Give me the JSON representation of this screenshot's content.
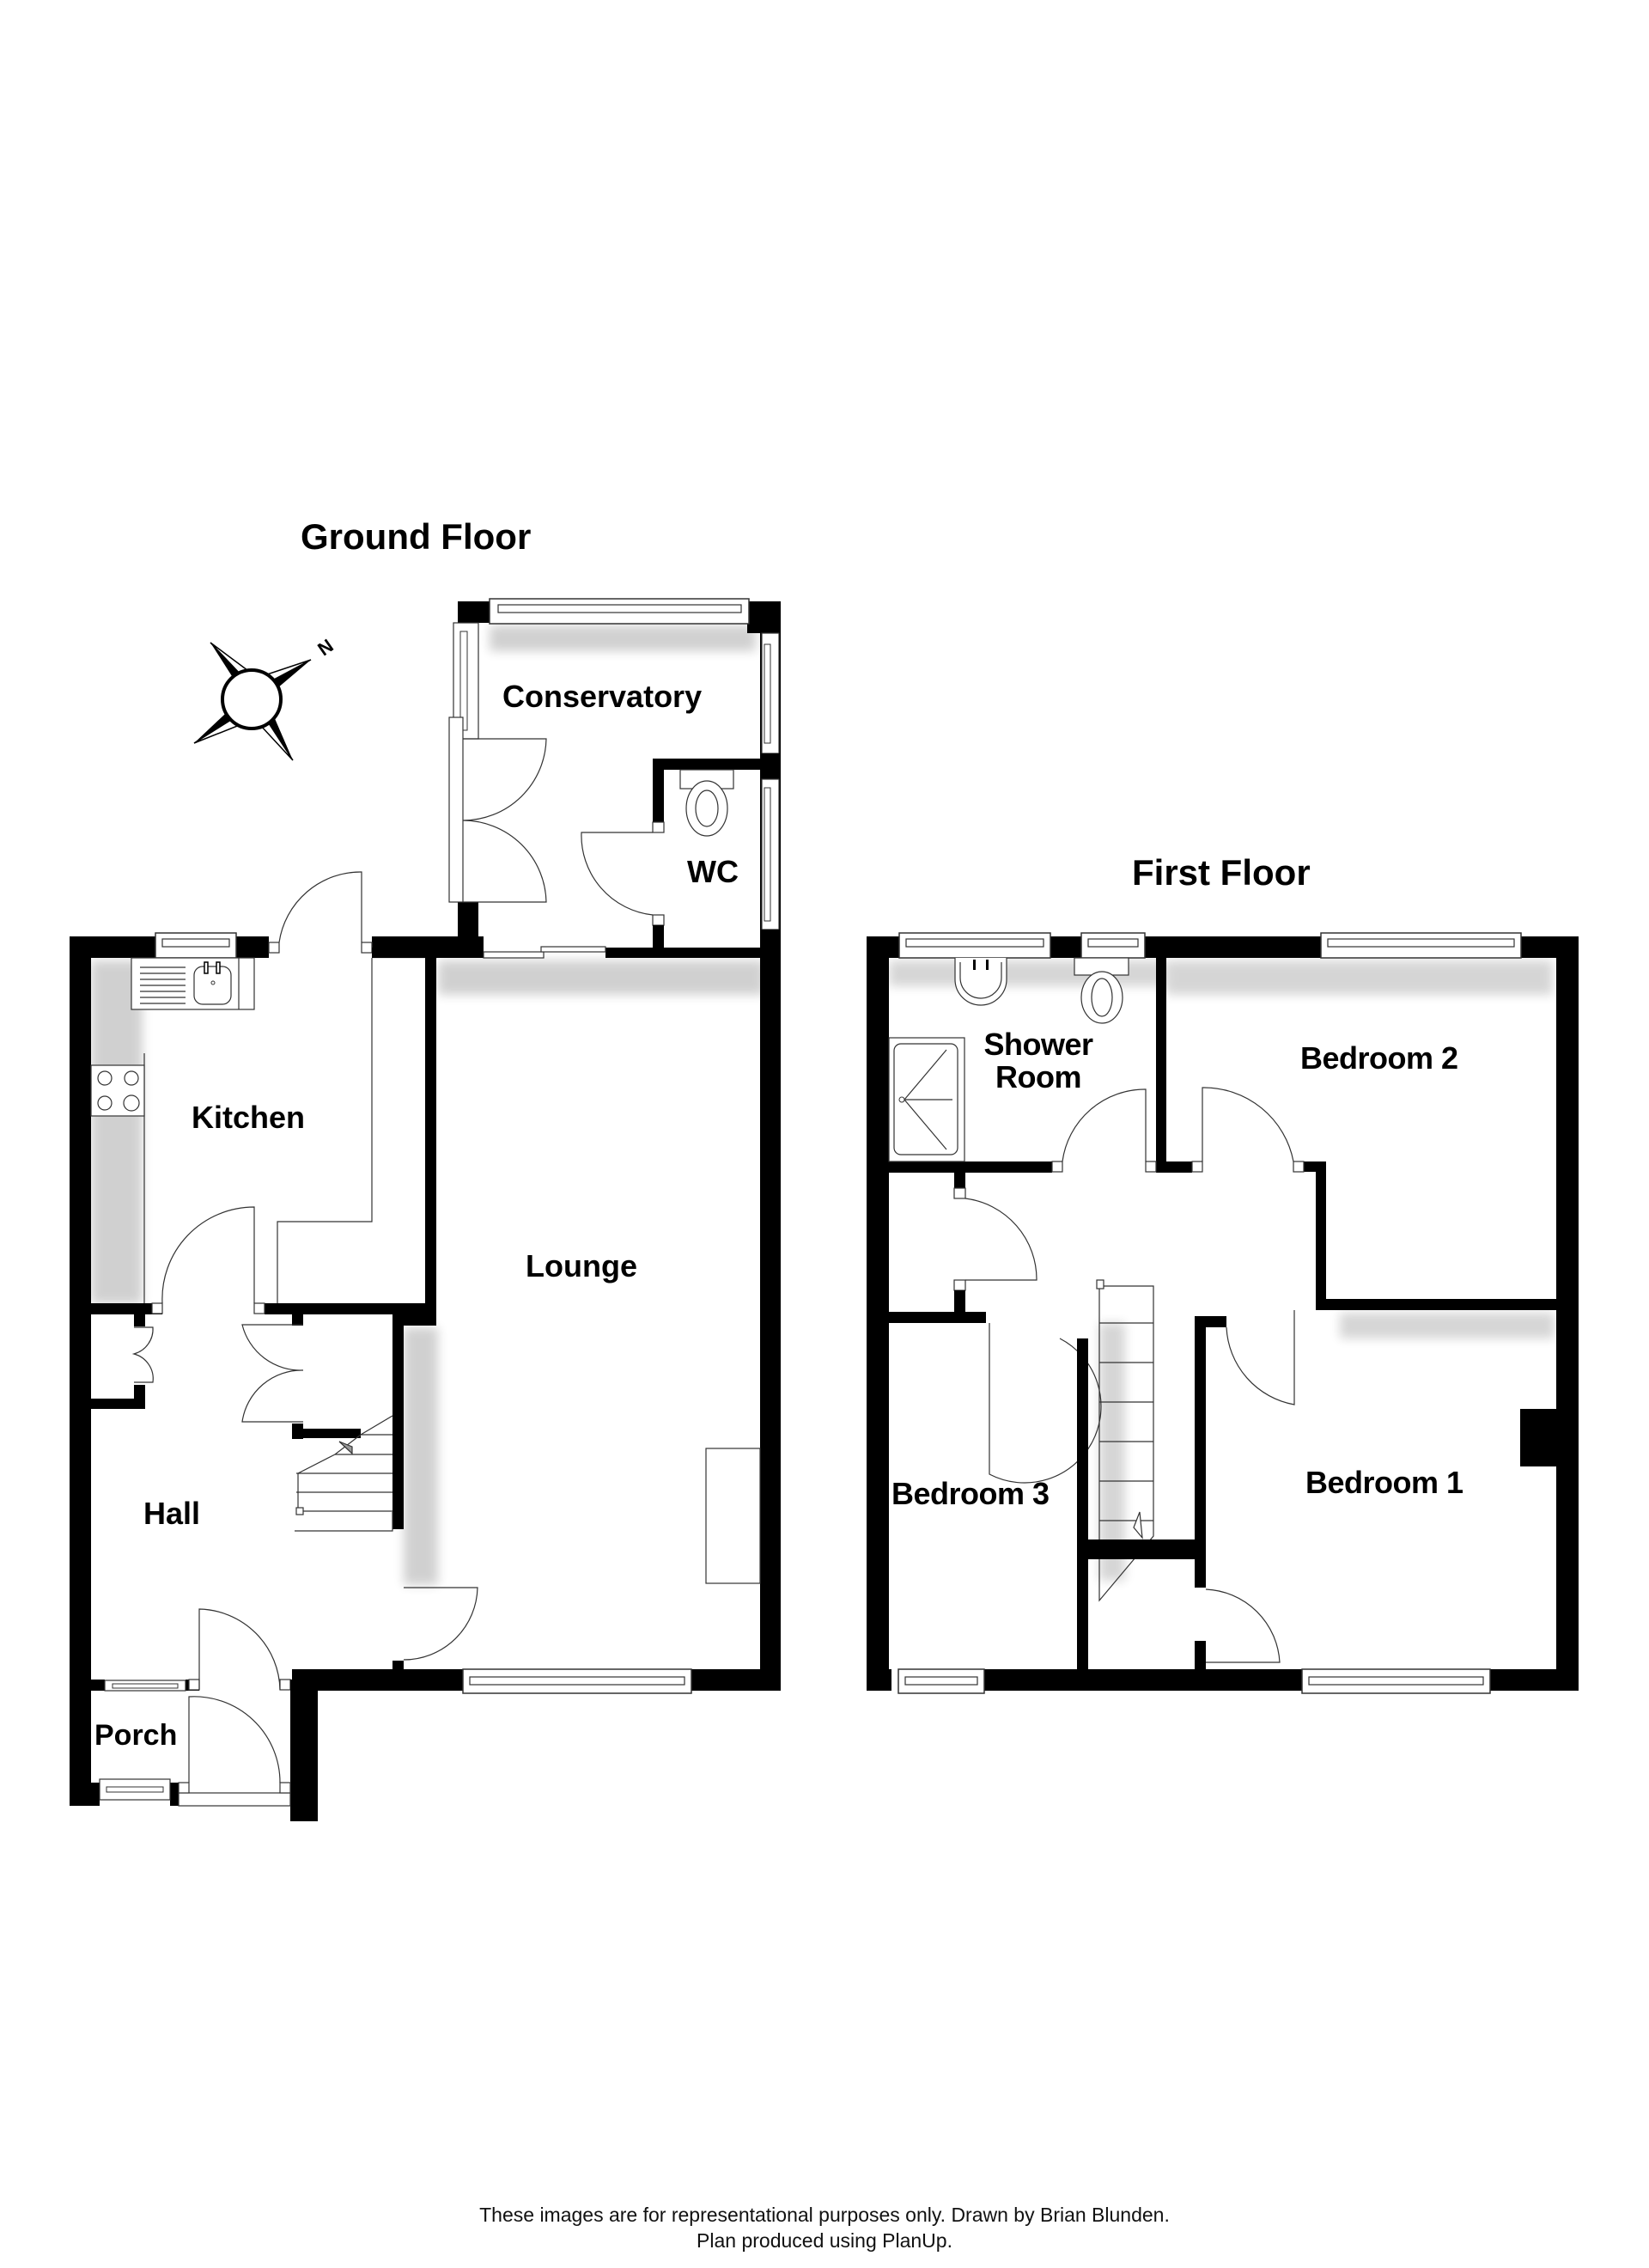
{
  "floors": {
    "ground": {
      "title": "Ground Floor",
      "rooms": {
        "conservatory": "Conservatory",
        "wc": "WC",
        "kitchen": "Kitchen",
        "lounge": "Lounge",
        "hall": "Hall",
        "porch": "Porch"
      }
    },
    "first": {
      "title": "First Floor",
      "rooms": {
        "shower_room_line1": "Shower",
        "shower_room_line2": "Room",
        "bedroom2": "Bedroom 2",
        "bedroom1": "Bedroom 1",
        "bedroom3": "Bedroom 3"
      }
    }
  },
  "compass": {
    "icon": "compass-rose-icon",
    "north_label": "N"
  },
  "footer": {
    "line1": "These images are for representational purposes only. Drawn by Brian Blunden.",
    "line2": "Plan produced using PlanUp."
  },
  "colors": {
    "wall": "#000000",
    "background": "#ffffff",
    "fixture_line": "#333333"
  }
}
